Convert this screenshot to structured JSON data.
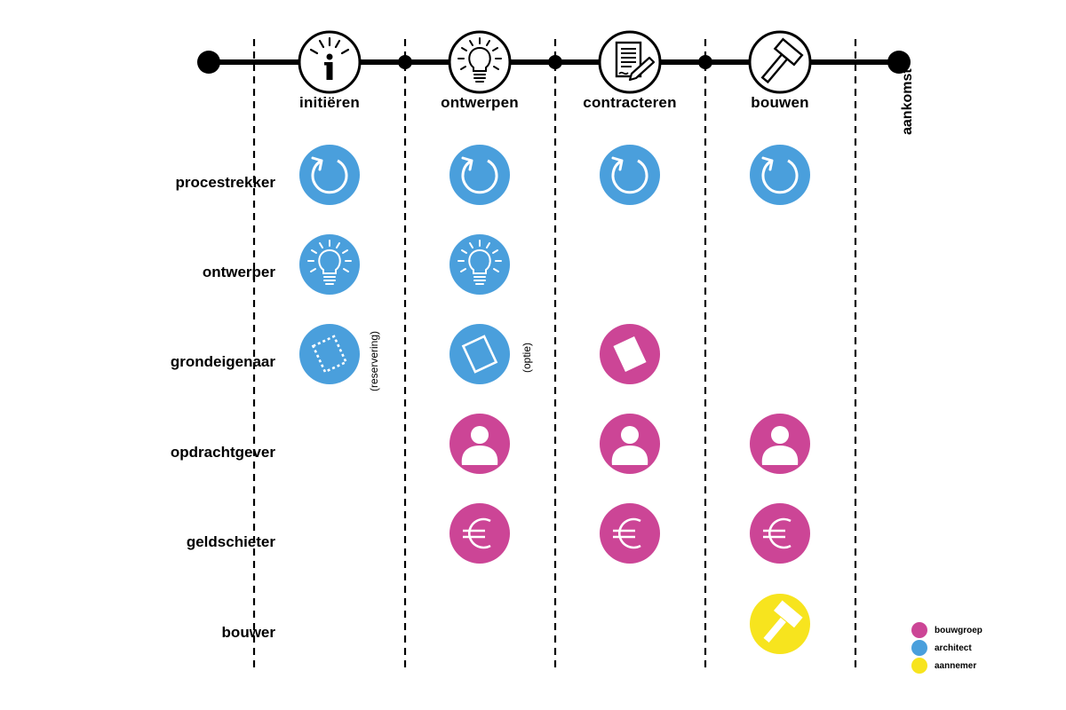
{
  "colors": {
    "bouwgroep": "#cc4596",
    "architect": "#4a9fdc",
    "aannemer": "#f7e41e"
  },
  "phases": [
    {
      "label": "initiëren",
      "icon": "info-icon"
    },
    {
      "label": "ontwerpen",
      "icon": "lightbulb-icon"
    },
    {
      "label": "contracteren",
      "icon": "contract-icon"
    },
    {
      "label": "bouwen",
      "icon": "hammer-icon"
    }
  ],
  "arrival_label": "aankomst",
  "roles": [
    {
      "label": "procestrekker",
      "cells": [
        "architect",
        "architect",
        "architect",
        "architect"
      ],
      "icon": "cycle-arrow-icon"
    },
    {
      "label": "ontwerper",
      "cells": [
        "architect",
        "architect",
        null,
        null
      ],
      "icon": "lightbulb-icon"
    },
    {
      "label": "grondeigenaar",
      "cells": [
        "architect",
        "architect",
        "bouwgroep",
        null
      ],
      "icon": "land-plot-icon"
    },
    {
      "label": "opdrachtgever",
      "cells": [
        null,
        "bouwgroep",
        "bouwgroep",
        "bouwgroep"
      ],
      "icon": "person-icon"
    },
    {
      "label": "geldschieter",
      "cells": [
        null,
        "bouwgroep",
        "bouwgroep",
        "bouwgroep"
      ],
      "icon": "euro-icon"
    },
    {
      "label": "bouwer",
      "cells": [
        null,
        null,
        null,
        "aannemer"
      ],
      "icon": "hammer-icon"
    }
  ],
  "notes": {
    "reservering": "(reservering)",
    "optie": "(optie)"
  },
  "legend": [
    {
      "label": "bouwgroep",
      "key": "bouwgroep"
    },
    {
      "label": "architect",
      "key": "architect"
    },
    {
      "label": "aannemer",
      "key": "aannemer"
    }
  ]
}
